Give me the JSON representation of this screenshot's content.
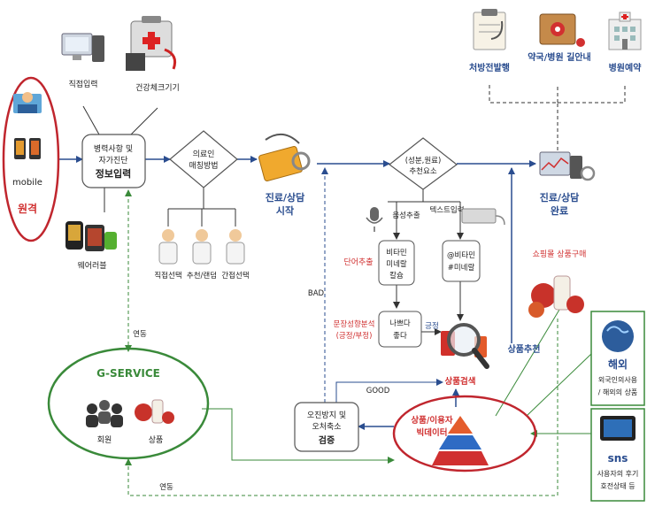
{
  "remote": {
    "title": "원격",
    "device_label": "mobile"
  },
  "inputs": {
    "direct_input": "직접입력",
    "health_device": "건강체크기기",
    "wearable": "웨어러블"
  },
  "info_input": {
    "line1": "병력사항 및",
    "line2": "자가진단",
    "line3": "정보입력"
  },
  "matching": {
    "line1": "의료인",
    "line2": "매칭방법",
    "options": [
      "직접선택",
      "추천/랜덤",
      "간접선택"
    ]
  },
  "consult_start": {
    "line1": "진료/상담",
    "line2": "시작"
  },
  "recommend": {
    "line1": "(성분,원료)",
    "line2": "추천요소",
    "voice_extract": "음성추출",
    "text_input": "텍스트입력"
  },
  "keywords": {
    "left": [
      "비타민",
      "미네랄",
      "칼슘"
    ],
    "right": [
      "@비타민",
      "#미네랄"
    ]
  },
  "word_extract": "단어추출",
  "sentiment": {
    "label_line1": "문장성향분석",
    "label_line2": "(긍정/부정)",
    "box_line1": "나쁘다",
    "box_line2": "좋다",
    "positive": "긍정"
  },
  "consult_done": {
    "line1": "진료/상담",
    "line2": "완료"
  },
  "top_icons": [
    "처방전발행",
    "약국/병원 길안내",
    "병원예약"
  ],
  "shopping": "쇼핑몰 상품구매",
  "product_recommend": "상품추천",
  "product_search": "상품검색",
  "flow_labels": {
    "bad": "BAD",
    "good": "GOOD",
    "link1": "연동",
    "link2": "연동"
  },
  "verify": {
    "line1": "오진방지 및",
    "line2": "오처축소",
    "line3": "검증"
  },
  "bigdata": {
    "line1": "상품/이용자",
    "line2": "빅데이터"
  },
  "gservice": {
    "title": "G-SERVICE",
    "member": "회원",
    "product": "상품"
  },
  "overseas": {
    "title": "해외",
    "line1": "외국인의사용",
    "line2": "/ 해외의 상품"
  },
  "sns": {
    "title": "sns",
    "line1": "사용자의 후기",
    "line2": "호전상태 등"
  }
}
